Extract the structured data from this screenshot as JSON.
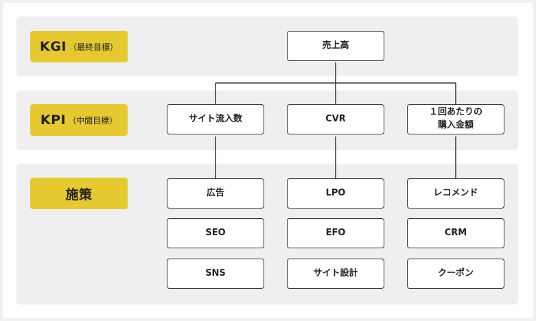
{
  "levels": {
    "kgi": {
      "label": "KGI",
      "sub": "（最終目標）"
    },
    "kpi": {
      "label": "KPI",
      "sub": "（中間目標）"
    },
    "measures": {
      "label": "施策"
    }
  },
  "nodes": {
    "root": "売上高",
    "kpi_traffic": "サイト流入数",
    "kpi_cvr": "CVR",
    "kpi_aov_1": "１回あたりの",
    "kpi_aov_2": "購入金額",
    "m_ad": "広告",
    "m_seo": "SEO",
    "m_sns": "SNS",
    "m_lpo": "LPO",
    "m_efo": "EFO",
    "m_site": "サイト設計",
    "m_reco": "レコメンド",
    "m_crm": "CRM",
    "m_coupon": "クーポン"
  },
  "colors": {
    "tag": "#e6c92e",
    "band": "#efefef",
    "border": "#333333"
  }
}
